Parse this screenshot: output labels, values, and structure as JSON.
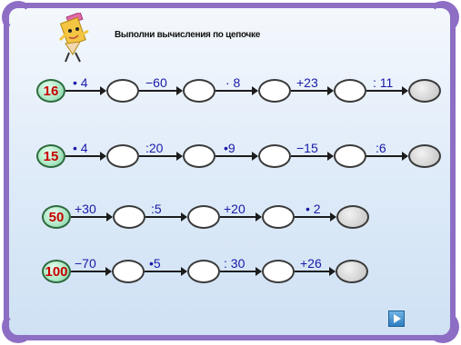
{
  "title": "Выполни вычисления по цепочке",
  "rows": [
    {
      "start": "16",
      "ops": [
        "• 4",
        "−60",
        "· 8",
        "+23",
        ": 11"
      ]
    },
    {
      "start": "15",
      "ops": [
        "• 4",
        ":20",
        "•9",
        "−15",
        ":6"
      ]
    },
    {
      "start": "50",
      "ops": [
        "+30",
        ":5",
        "+20",
        "• 2"
      ]
    },
    {
      "start": "100",
      "ops": [
        "−70",
        "•5",
        ": 30",
        "+26"
      ]
    }
  ],
  "colors": {
    "frame": "#8d6ec4",
    "start_number": "#c80000",
    "operation": "#1a1aa8",
    "start_circle": "#a8e6c2",
    "next_button": "#2f7fc0"
  },
  "icons": {
    "mascot": "pencil-mascot-icon",
    "next": "play-arrow-icon"
  }
}
